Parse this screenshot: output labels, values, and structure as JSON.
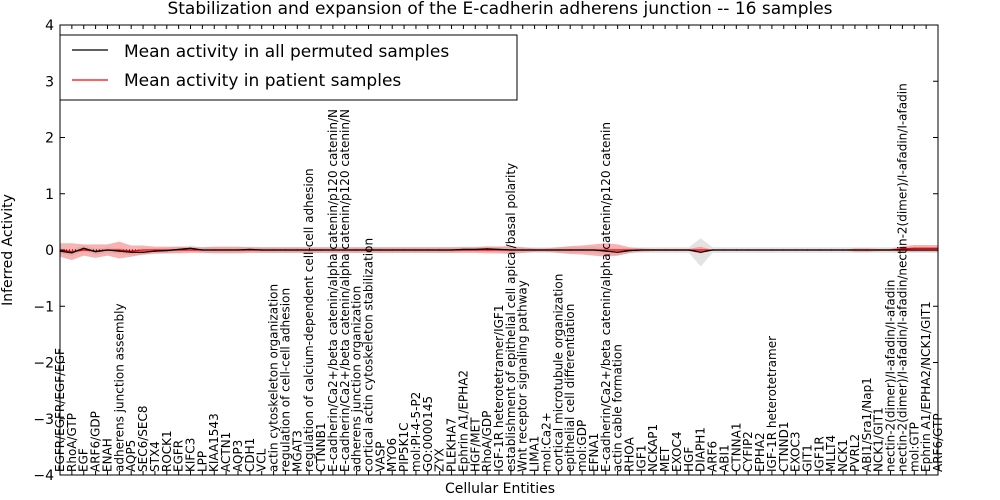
{
  "chart_data": {
    "type": "line",
    "title": "Stabilization and expansion of the E-cadherin adherens junction -- 16 samples",
    "xlabel": "Cellular Entities",
    "ylabel": "Inferred Activity",
    "ylim": [
      -4,
      4
    ],
    "yticks": [
      -4,
      -3,
      -2,
      -1,
      0,
      1,
      2,
      3,
      4
    ],
    "grid": false,
    "legend_placement": "top-left",
    "categories": [
      "EGFR/EGFR/EGF/EGF",
      "RhoA/GTP",
      "EGF",
      "ARF6/GDP",
      "ENAH",
      "adherens junction assembly",
      "AQP5",
      "SEC6/SEC8",
      "STX4",
      "ROCK1",
      "EGFR",
      "KIFC3",
      "LPP",
      "KIAA1543",
      "ACTN1",
      "AQP3",
      "CDH1",
      "VCL",
      "actin cytoskeleton organization",
      "regulation of cell-cell adhesion",
      "MGAT3",
      "regulation of calcium-dependent cell-cell adhesion",
      "CTNNB1",
      "E-cadherin/Ca2+/beta catenin/alpha catenin/p120 catenin/N",
      "E-cadherin/Ca2+/beta catenin/alpha catenin/p120 catenin/N",
      "adherens junction organization",
      "cortical actin cytoskeleton stabilization",
      "VASP",
      "MYO6",
      "PIP5K1C",
      "mol:PI-4-5-P2",
      "GO:0000145",
      "ZYX",
      "PLEKHA7",
      "Ephrin A1/EPHA2",
      "HGF/MET",
      "RhoA/GDP",
      "IGF-1R heterotetramer/IGF1",
      "establishment of epithelial cell apical/basal polarity",
      "Wnt receptor signaling pathway",
      "LIMA1",
      "mol:Ca2+",
      "cortical microtubule organization",
      "epithelial cell differentiation",
      "mol:GDP",
      "EFNA1",
      "E-cadherin/Ca2+/beta catenin/alpha catenin/p120 catenin",
      "actin cable formation",
      "RHOA",
      "IGF1",
      "NCKAP1",
      "MET",
      "EXOC4",
      "HGF",
      "DIAPH1",
      "ARF6",
      "ABI1",
      "CTNNA1",
      "CYFIP2",
      "EPHA2",
      "IGF-1R heterotetramer",
      "CTNND1",
      "EXOC3",
      "GIT1",
      "IGF1R",
      "MLLT4",
      "NCK1",
      "PVRL2",
      "ABI1/Sra1/Nap1",
      "NCK1/GIT1",
      "nectin-2(dimer)/I-afadin/I-afadin",
      "nectin-2(dimer)/I-afadin/I-afadin/nectin-2(dimer)/I-afadin/I-afadin",
      "mol:GTP",
      "Ephrin A1/EPHA2/NCK1/GIT1",
      "ARF6/GTP"
    ],
    "series": [
      {
        "name": "Mean activity in all permuted samples",
        "color": "#000000",
        "band_color": "#cccccc",
        "values": [
          -0.02,
          -0.05,
          0.03,
          -0.03,
          0.0,
          -0.02,
          -0.04,
          -0.04,
          -0.02,
          -0.01,
          0.01,
          0.03,
          0,
          0,
          0,
          0,
          0.01,
          0,
          0,
          0,
          0,
          0,
          0,
          0,
          0,
          0,
          0,
          0,
          0,
          0,
          0,
          0,
          0,
          0,
          0.01,
          0.01,
          0.02,
          0.01,
          0,
          0,
          0,
          0,
          0,
          0,
          0,
          0,
          -0.02,
          -0.04,
          -0.01,
          0,
          0,
          0,
          0,
          0,
          -0.04,
          0,
          0,
          0,
          0,
          0,
          0,
          0,
          0,
          0,
          0,
          0,
          0,
          0,
          0,
          0,
          0,
          0,
          0,
          0,
          0
        ],
        "spread": [
          0.05,
          0.05,
          0.05,
          0.05,
          0.05,
          0.05,
          0.05,
          0.05,
          0.05,
          0.05,
          0.05,
          0.05,
          0.05,
          0.05,
          0.05,
          0.05,
          0.05,
          0.05,
          0.05,
          0.05,
          0.05,
          0.05,
          0.05,
          0.05,
          0.05,
          0.05,
          0.05,
          0.05,
          0.05,
          0.05,
          0.05,
          0.05,
          0.05,
          0.05,
          0.05,
          0.05,
          0.05,
          0.05,
          0.05,
          0.05,
          0.05,
          0.05,
          0.05,
          0.05,
          0.05,
          0.05,
          0.06,
          0.06,
          0.05,
          0.05,
          0.05,
          0.05,
          0.05,
          0.05,
          0.25,
          0.05,
          0.05,
          0.05,
          0.05,
          0.05,
          0.05,
          0.05,
          0.05,
          0.05,
          0.05,
          0.05,
          0.05,
          0.05,
          0.05,
          0.05,
          0.05,
          0.05,
          0.05,
          0.05,
          0.05
        ]
      },
      {
        "name": "Mean activity in patient samples",
        "color": "#ff0000",
        "band_color": "#f08080",
        "values": [
          0.0,
          -0.03,
          0.0,
          -0.02,
          0.0,
          0.0,
          -0.02,
          0.0,
          0.0,
          0.0,
          0,
          0,
          0,
          0,
          0,
          0,
          0,
          0,
          0,
          0,
          0,
          0,
          0,
          0,
          0,
          0,
          0,
          0,
          0,
          0,
          0,
          0,
          0,
          0,
          0,
          0,
          0,
          0,
          0,
          0,
          0,
          0,
          0,
          0,
          0,
          0,
          0,
          0,
          0,
          0,
          0,
          0,
          0,
          0,
          0,
          0,
          0,
          0,
          0,
          0,
          0,
          0,
          0,
          0,
          0,
          0,
          0,
          0,
          0,
          0,
          0,
          0.02,
          0.03,
          0.03,
          0.03
        ],
        "spread": [
          0.12,
          0.15,
          0.1,
          0.12,
          0.1,
          0.15,
          0.1,
          0.08,
          0.06,
          0.06,
          0.06,
          0.05,
          0.05,
          0.06,
          0.06,
          0.06,
          0.05,
          0.05,
          0.05,
          0.05,
          0.05,
          0.05,
          0.05,
          0.05,
          0.05,
          0.05,
          0.05,
          0.05,
          0.05,
          0.05,
          0.05,
          0.05,
          0.05,
          0.05,
          0.05,
          0.05,
          0.06,
          0.06,
          0.07,
          0.05,
          0.03,
          0.03,
          0.05,
          0.07,
          0.08,
          0.1,
          0.12,
          0.1,
          0.05,
          0.03,
          0.02,
          0.02,
          0.02,
          0.02,
          0.06,
          0,
          0,
          0,
          0,
          0,
          0,
          0,
          0,
          0,
          0,
          0,
          0,
          0.03,
          0.03,
          0.02,
          0.02,
          0.05,
          0.06,
          0.06,
          0.06
        ]
      }
    ]
  }
}
